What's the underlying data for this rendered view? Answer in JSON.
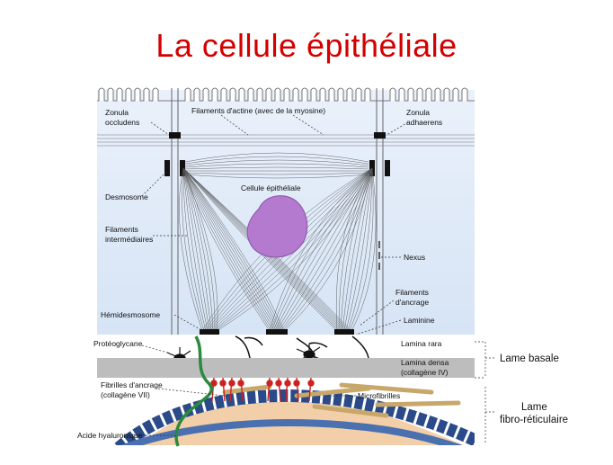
{
  "title": "La cellule épithéliale",
  "labels": {
    "zonula_occludens": [
      "Zonula",
      "occludens"
    ],
    "actin_filaments": "Filaments d'actine (avec de la myosine)",
    "zonula_adhaerens": [
      "Zonula",
      "adhaerens"
    ],
    "desmosome": "Desmosome",
    "cell_name": "Cellule épithéliale",
    "intermediate_filaments": [
      "Filaments",
      "intermédiaires"
    ],
    "nexus": "Nexus",
    "anchoring_filaments": [
      "Filaments",
      "d'ancrage"
    ],
    "hemidesmosome": "Hémidesmosome",
    "laminine": "Laminine",
    "proteoglycane": "Protéoglycane",
    "lamina_rara": "Lamina rara",
    "lamina_densa": [
      "Lamina densa",
      "(collagène IV)"
    ],
    "lame_basale": "Lame basale",
    "anchoring_fibrils": [
      "Fibrilles d'ancrage",
      "(collagène VII)"
    ],
    "microfibrilles": "Microfibrilles",
    "lame_fibro": [
      "Lame",
      "fibro-réticulaire"
    ],
    "acide_hyaluronique": "Acide hyaluronique"
  },
  "colors": {
    "title": "#d40000",
    "cytoplasm": "#dde8f6",
    "nucleus": "#b47ad0",
    "lamina_densa": "#bdbdbd",
    "collagen_band": "#2a4a8a",
    "fibril": "#cc2222",
    "microfibril": "#c8a86a",
    "hyaluronic": "#2b8a3e",
    "lower_layer": "#f2cfa8"
  }
}
